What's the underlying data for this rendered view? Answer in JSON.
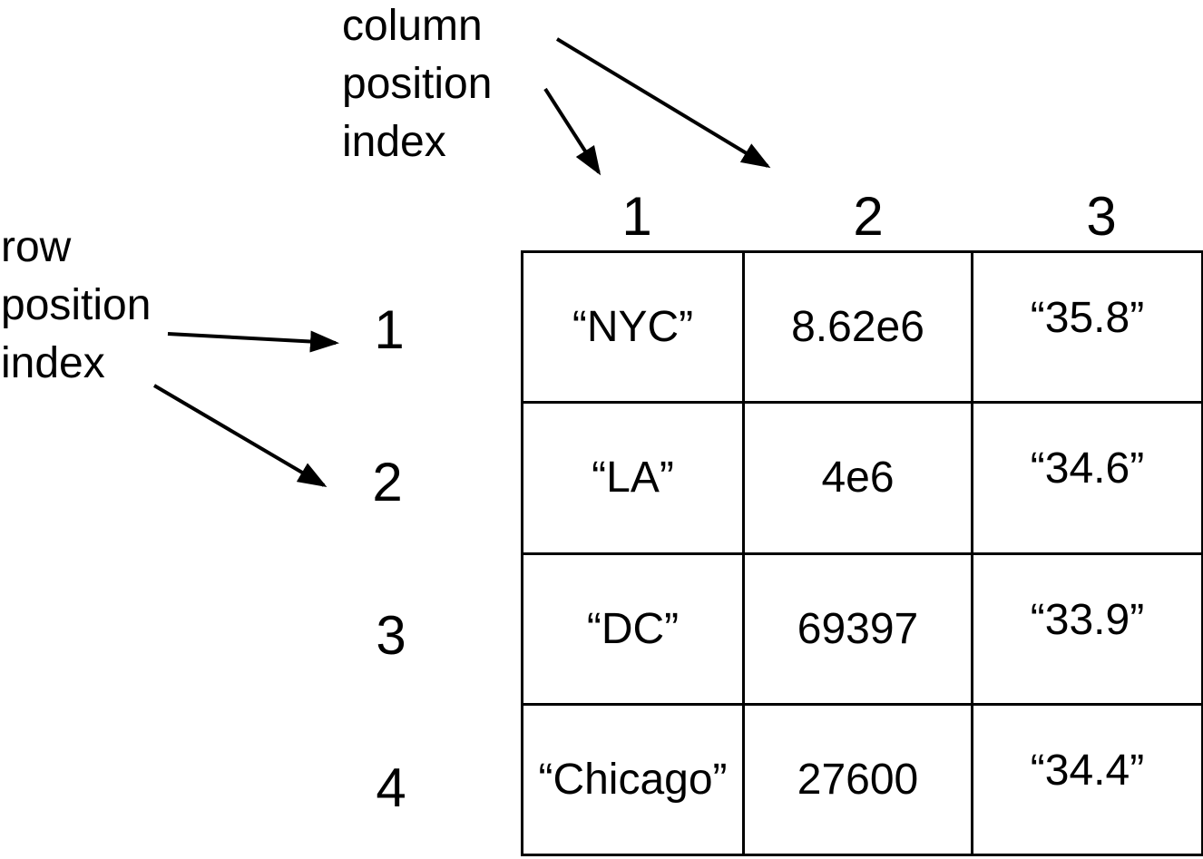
{
  "column_annotation": [
    "column",
    "position",
    "index"
  ],
  "row_annotation": [
    "row",
    "position",
    "index"
  ],
  "column_indices": [
    "1",
    "2",
    "3"
  ],
  "row_indices": [
    "1",
    "2",
    "3",
    "4"
  ],
  "table": {
    "rows": [
      [
        "“NYC”",
        "8.62e6",
        "“35.8”"
      ],
      [
        "“LA”",
        "4e6",
        "“34.6”"
      ],
      [
        "“DC”",
        "69397",
        "“33.9”"
      ],
      [
        "“Chicago”",
        "27600",
        "“34.4”"
      ]
    ]
  }
}
